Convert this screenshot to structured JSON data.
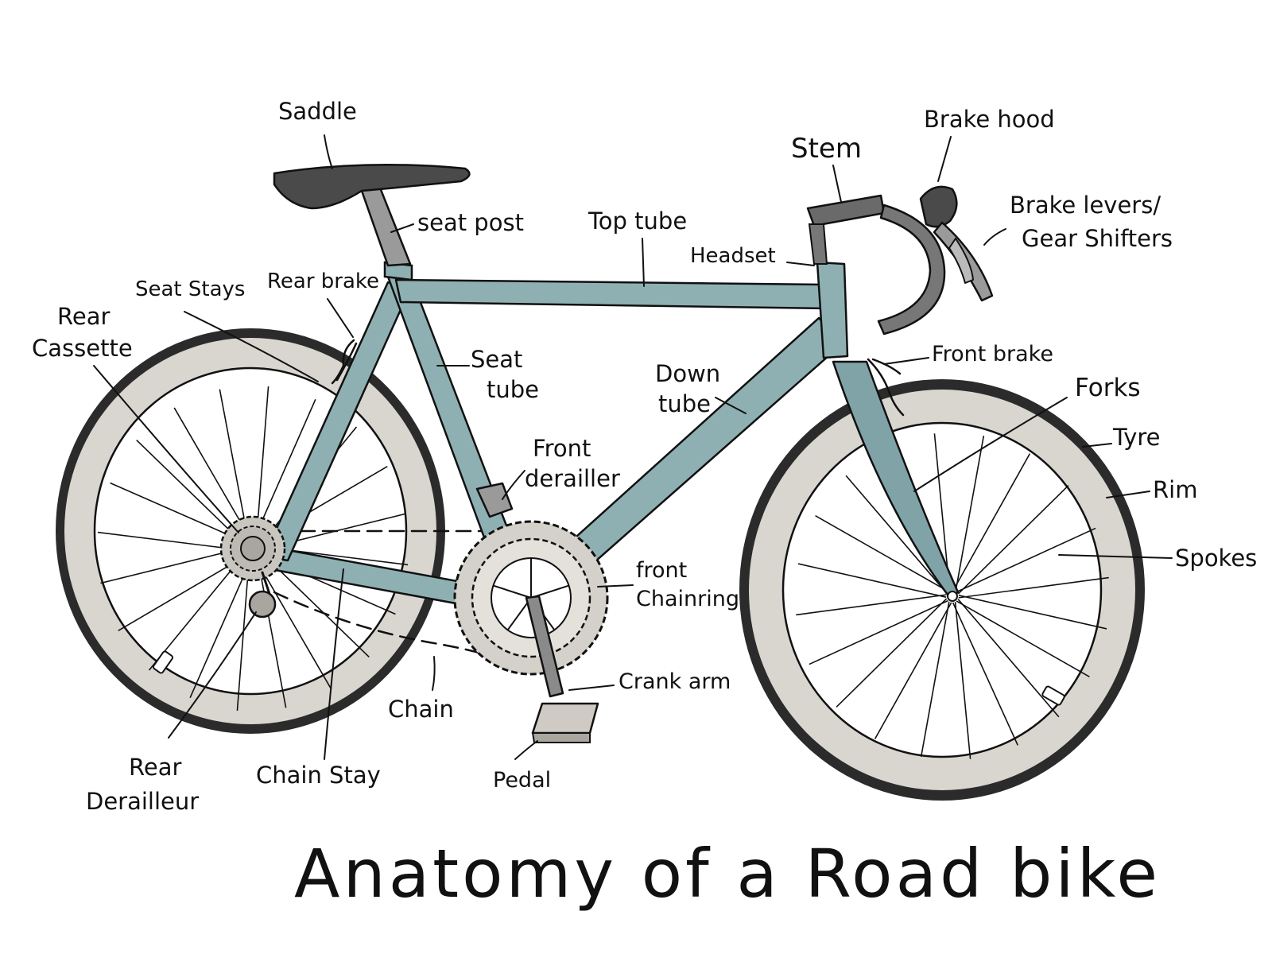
{
  "title": "Anatomy of a Road bike",
  "labels": {
    "saddle": "Saddle",
    "seat_post": "seat post",
    "top_tube": "Top tube",
    "stem": "Stem",
    "brake_hood": "Brake hood",
    "brake_levers_1": "Brake levers/",
    "brake_levers_2": "Gear Shifters",
    "headset": "Headset",
    "seat_stays": "Seat Stays",
    "rear_brake": "Rear brake",
    "rear_cassette_1": "Rear",
    "rear_cassette_2": "Cassette",
    "seat_tube_1": "Seat",
    "seat_tube_2": "tube",
    "down_tube_1": "Down",
    "down_tube_2": "tube",
    "front_brake": "Front brake",
    "forks": "Forks",
    "tyre": "Tyre",
    "rim": "Rim",
    "spokes": "Spokes",
    "front_derailler_1": "Front",
    "front_derailler_2": "derailler",
    "front_chainring_1": "front",
    "front_chainring_2": "Chainring",
    "crank_arm": "Crank arm",
    "chain": "Chain",
    "pedal": "Pedal",
    "chain_stay": "Chain Stay",
    "rear_derailleur_1": "Rear",
    "rear_derailleur_2": "Derailleur"
  },
  "colors": {
    "frame": "#8fb0b2",
    "frame_dark": "#6f9598",
    "tyre": "#2b2b2b",
    "rim": "#d9d6d0",
    "parts": "#4a4a4a",
    "ink": "#111111"
  }
}
